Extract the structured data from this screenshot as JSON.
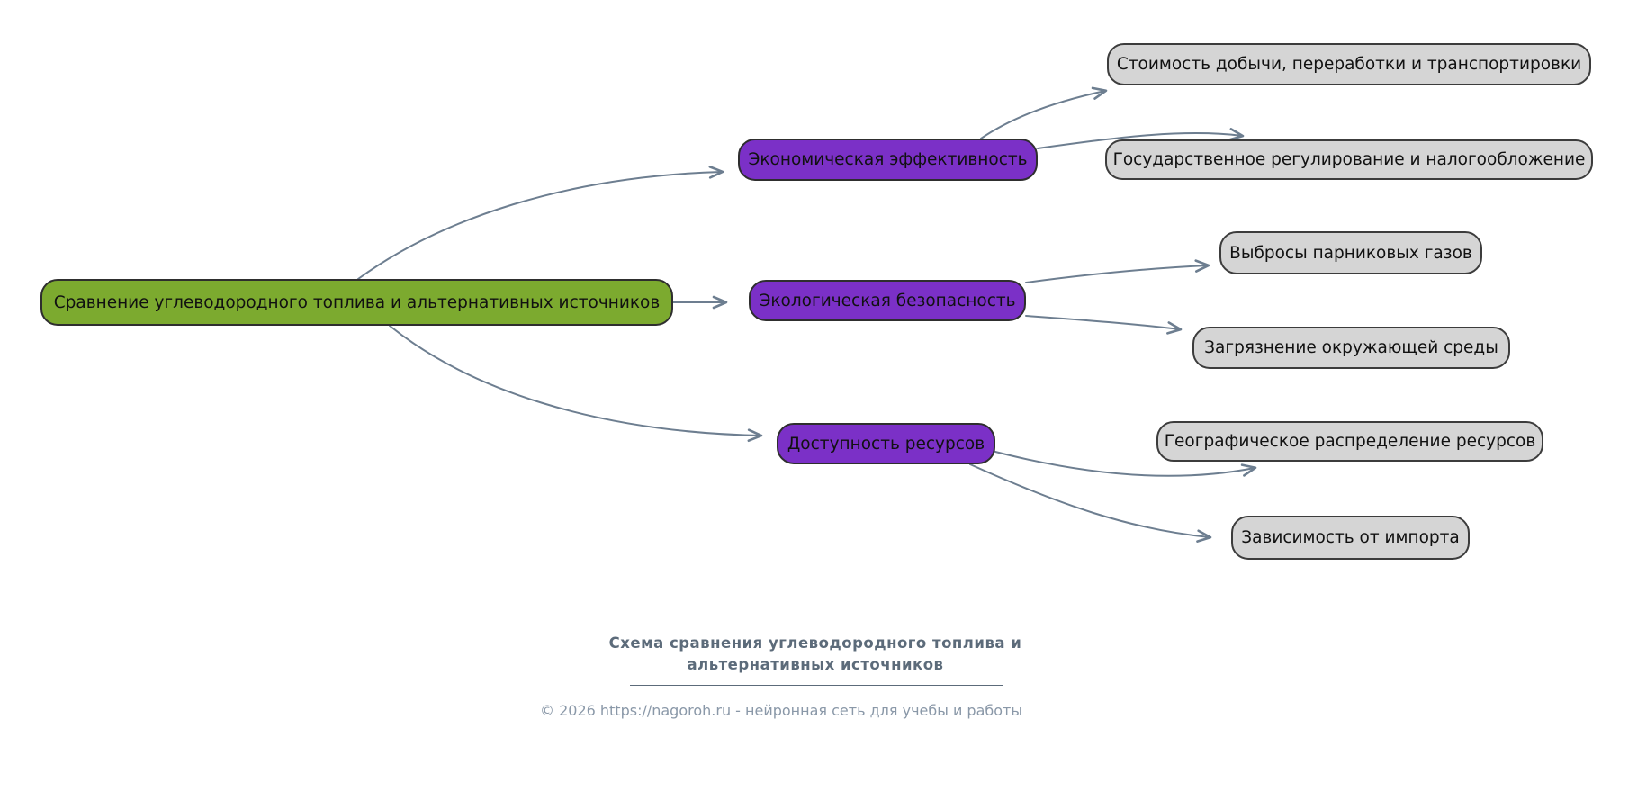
{
  "diagram": {
    "root": {
      "label": "Сравнение углеводородного топлива и альтернативных источников"
    },
    "branches": [
      {
        "label": "Экономическая эффективность",
        "children": [
          "Стоимость добычи, переработки и транспортировки",
          "Государственное регулирование и налогообложение"
        ]
      },
      {
        "label": "Экологическая безопасность",
        "children": [
          "Выбросы парниковых газов",
          "Загрязнение окружающей среды"
        ]
      },
      {
        "label": "Доступность ресурсов",
        "children": [
          "Географическое распределение ресурсов",
          "Зависимость от импорта"
        ]
      }
    ],
    "colors": {
      "root_fill": "#7CAA2F",
      "branch_fill": "#7B30C7",
      "leaf_fill": "#d5d5d5",
      "node_border": "#2e2e2e",
      "edge": "#6d7e90",
      "text": "#111111",
      "caption": "#5c6b7a",
      "footer": "#8a98a8"
    }
  },
  "caption": {
    "title": "Схема сравнения углеводородного топлива и альтернативных источников",
    "footer": "© 2026 https://nagoroh.ru - нейронная сеть для учебы и работы"
  }
}
